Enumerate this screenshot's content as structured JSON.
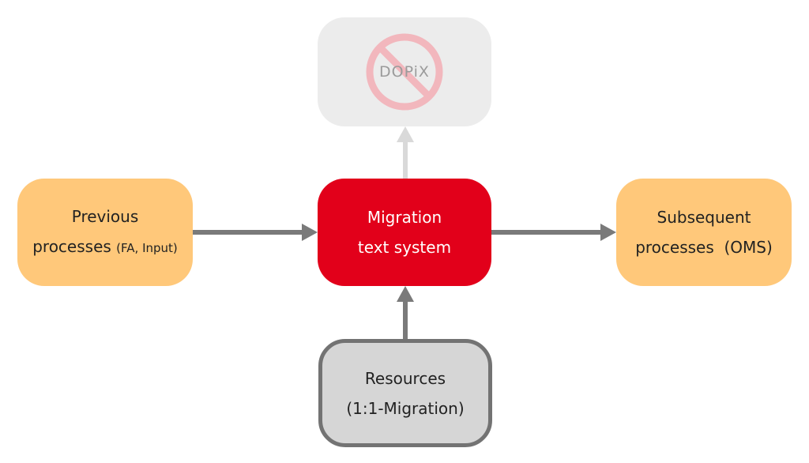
{
  "nodes": {
    "previous": {
      "line1": "Previous",
      "line2_main": "processes",
      "line2_note": "(FA, Input)"
    },
    "migration": {
      "line1": "Migration",
      "line2": "text system"
    },
    "subsequent": {
      "line1": "Subsequent",
      "line2": "processes  (OMS)"
    },
    "resources": {
      "line1": "Resources",
      "line2": "(1:1-Migration)"
    },
    "dopix": {
      "label": "DOPiX",
      "icon": "prohibited-icon"
    }
  },
  "edges": [
    {
      "from": "Previous processes",
      "to": "Migration text system"
    },
    {
      "from": "Migration text system",
      "to": "Subsequent processes"
    },
    {
      "from": "Resources",
      "to": "Migration text system"
    },
    {
      "from": "Migration text system",
      "to": "DOPiX",
      "style": "faded"
    }
  ],
  "colors": {
    "orange_node": "#ffc87a",
    "migration_node": "#e2001a",
    "dopix_node": "#ececec",
    "resources_node": "#d6d6d6",
    "resources_border": "#737373",
    "arrow": "#7a7a7a",
    "faded_arrow": "#d9d9d9",
    "prohibited_sign": "#f2b7bd"
  }
}
